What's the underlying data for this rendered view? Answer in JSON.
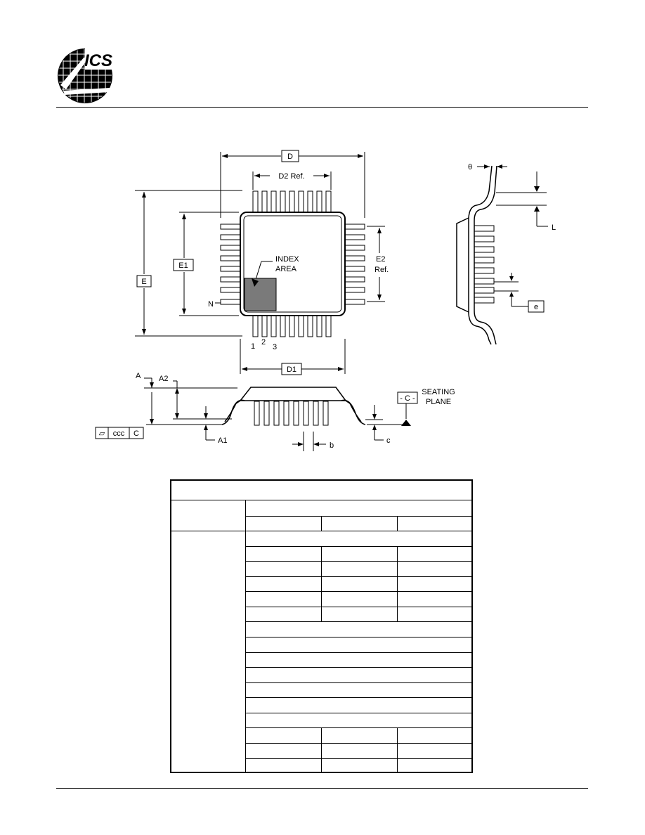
{
  "header": {
    "logo_text": "ICS"
  },
  "drawing": {
    "top_view": {
      "dim_d": "D",
      "dim_d2": "D2 Ref.",
      "dim_e": "E",
      "dim_e1": "E1",
      "dim_e2_line1": "E2",
      "dim_e2_line2": "Ref.",
      "index_line1": "INDEX",
      "index_line2": "AREA",
      "pin_n": "N",
      "pin_1": "1",
      "pin_2": "2",
      "pin_3": "3",
      "dim_d1": "D1"
    },
    "side_view": {
      "theta": "θ",
      "dim_l": "L",
      "dim_e_pitch": "e"
    },
    "front_view": {
      "dim_a": "A",
      "dim_a2": "A2",
      "dim_a1": "A1",
      "dim_b": "b",
      "dim_c": "c",
      "datum": "- C -",
      "seating_line1": "SEATING",
      "seating_line2": "PLANE",
      "tol_symbol": "⏥",
      "tol_value": "ccc",
      "tol_datum": "C"
    }
  }
}
